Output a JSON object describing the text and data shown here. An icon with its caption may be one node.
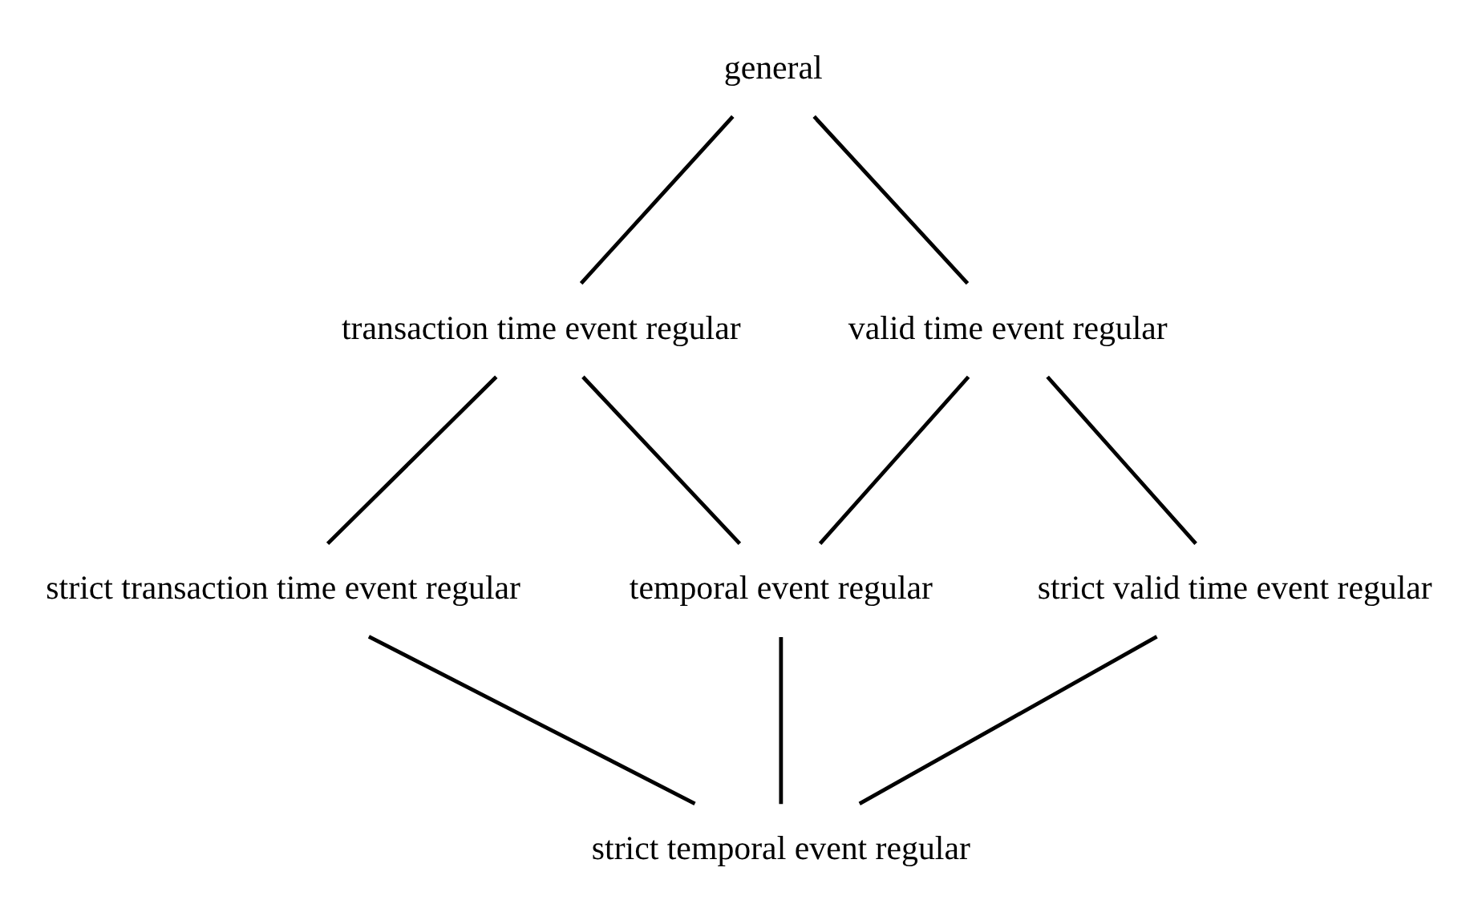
{
  "diagram": {
    "nodes": [
      {
        "text": [
          "general"
        ]
      },
      {
        "text": [
          "transaction time event regular"
        ]
      },
      {
        "text": [
          "valid time event regular"
        ]
      },
      {
        "text": [
          "strict transaction time event regular"
        ]
      },
      {
        "text": [
          "temporal event regular"
        ]
      },
      {
        "text": [
          "strict valid time event regular"
        ]
      },
      {
        "text": [
          "strict temporal event regular"
        ]
      }
    ],
    "edges": [
      {
        "from": 0,
        "to": 1,
        "arrow": "none"
      },
      {
        "from": 0,
        "to": 2,
        "arrow": "none"
      },
      {
        "from": 1,
        "to": 3,
        "arrow": "none"
      },
      {
        "from": 1,
        "to": 4,
        "arrow": "none"
      },
      {
        "from": 2,
        "to": 4,
        "arrow": "none"
      },
      {
        "from": 2,
        "to": 5,
        "arrow": "none"
      },
      {
        "from": 3,
        "to": 6,
        "arrow": "none"
      },
      {
        "from": 4,
        "to": 6,
        "arrow": "none"
      },
      {
        "from": 5,
        "to": 6,
        "arrow": "none"
      }
    ]
  }
}
